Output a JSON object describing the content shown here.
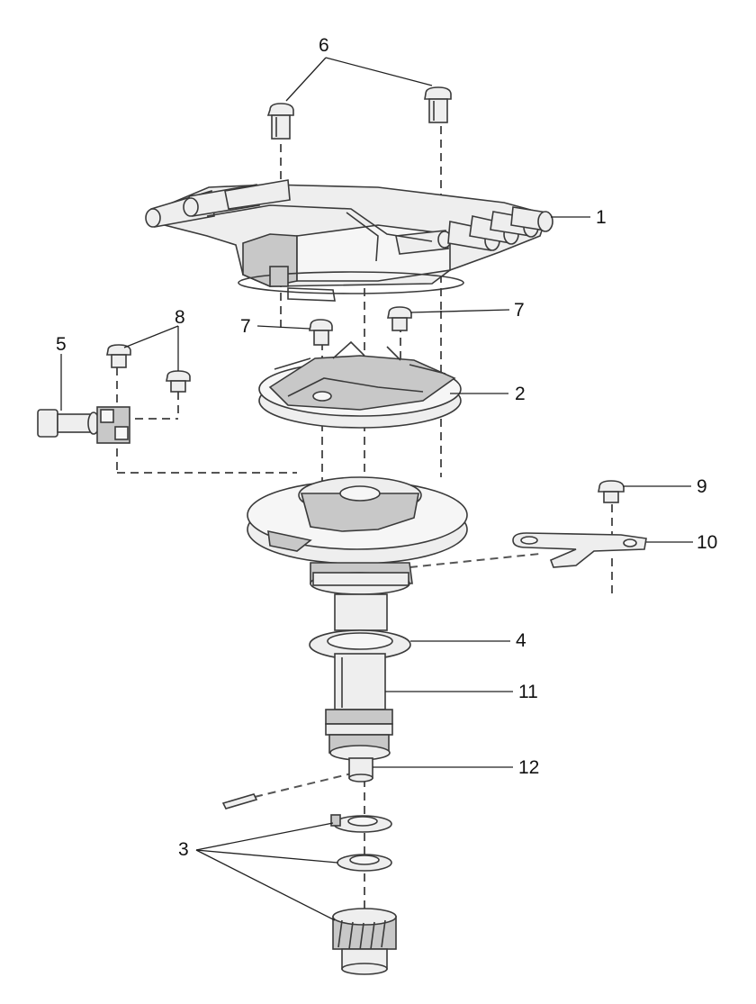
{
  "callouts": {
    "c1": "1",
    "c2": "2",
    "c3": "3",
    "c4": "4",
    "c5": "5",
    "c6": "6",
    "c7_left": "7",
    "c7_right": "7",
    "c8": "8",
    "c9": "9",
    "c10": "10",
    "c11": "11",
    "c12": "12"
  },
  "colors": {
    "line": "#3a3a3a",
    "shade": "#c8c8c8",
    "fill": "#eeeeee",
    "text": "#111111"
  }
}
